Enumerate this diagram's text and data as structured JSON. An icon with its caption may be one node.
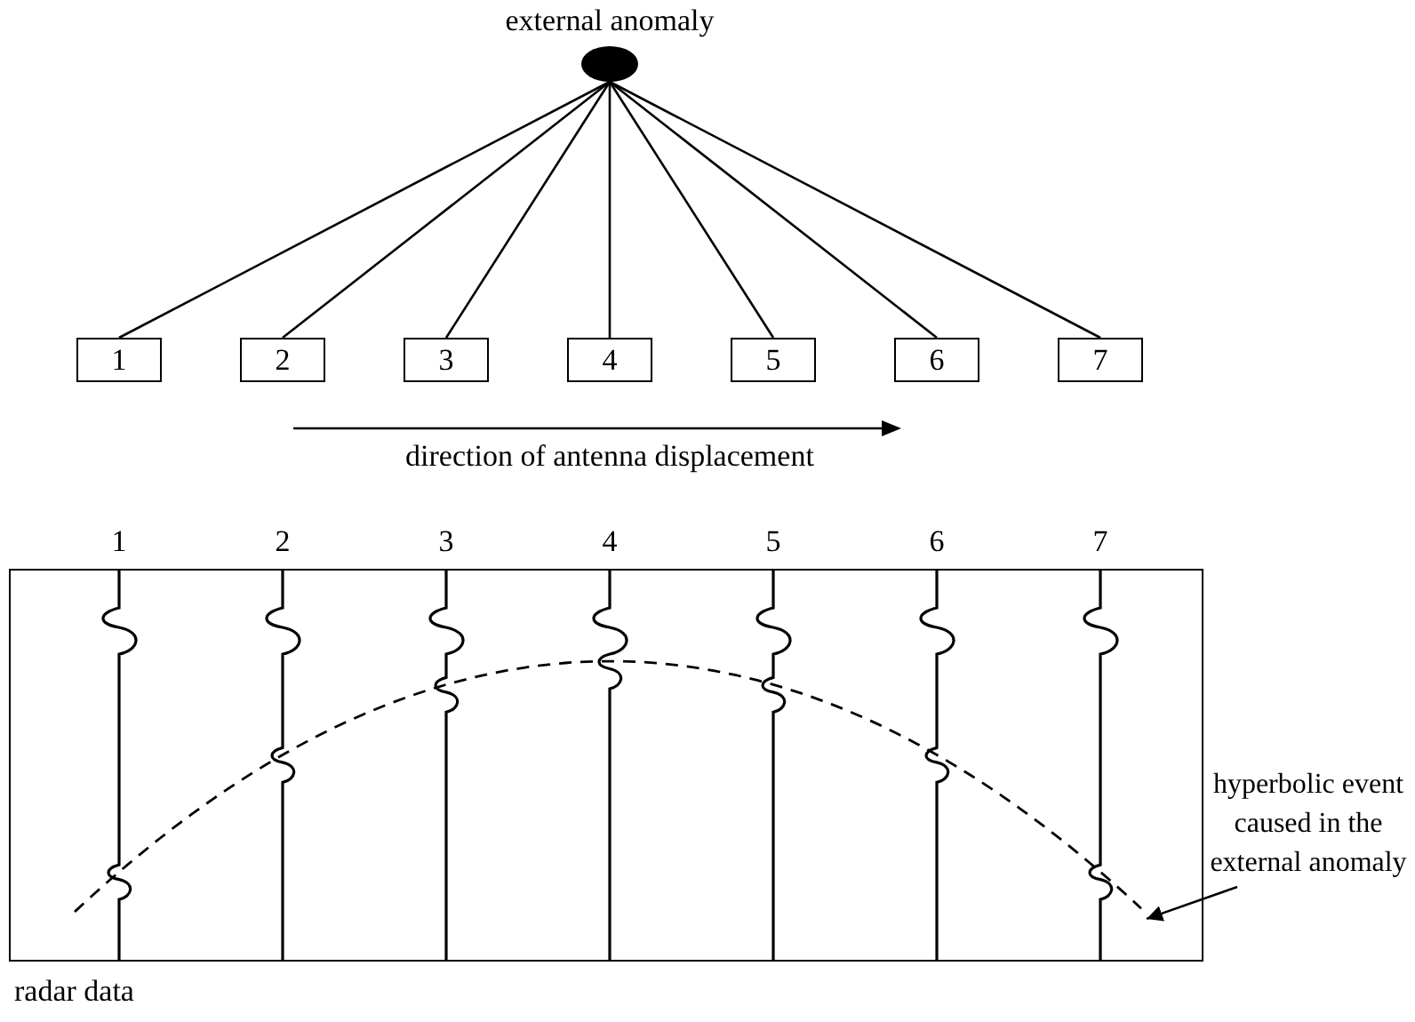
{
  "diagram": {
    "nodes": [
      {
        "text": [
          "external anomaly"
        ]
      },
      {
        "text": [
          "1"
        ]
      },
      {
        "text": [
          "2"
        ]
      },
      {
        "text": [
          "3"
        ]
      },
      {
        "text": [
          "4"
        ]
      },
      {
        "text": [
          "5"
        ]
      },
      {
        "text": [
          "6"
        ]
      },
      {
        "text": [
          "7"
        ]
      },
      {
        "text": [
          "radar data"
        ]
      },
      {
        "text": [
          "hyperbolic event caused in the external anomaly"
        ]
      },
      {
        "text": [],
        "shape": "curve",
        "in": 8
      }
    ],
    "edges": [
      {
        "from": 0,
        "to": 1,
        "arrow": "none"
      },
      {
        "from": 0,
        "to": 2,
        "arrow": "none"
      },
      {
        "from": 0,
        "to": 3,
        "arrow": "none"
      },
      {
        "from": 0,
        "to": 4,
        "arrow": "none"
      },
      {
        "from": 0,
        "to": 5,
        "arrow": "none"
      },
      {
        "from": 0,
        "to": 6,
        "arrow": "none"
      },
      {
        "from": 0,
        "to": 7,
        "arrow": "none"
      },
      {
        "from": 9,
        "to": 10,
        "arrow": "to"
      }
    ],
    "labels": [
      "direction of antenna displacement",
      "1",
      "2",
      "3",
      "4",
      "5",
      "6",
      "7"
    ]
  }
}
